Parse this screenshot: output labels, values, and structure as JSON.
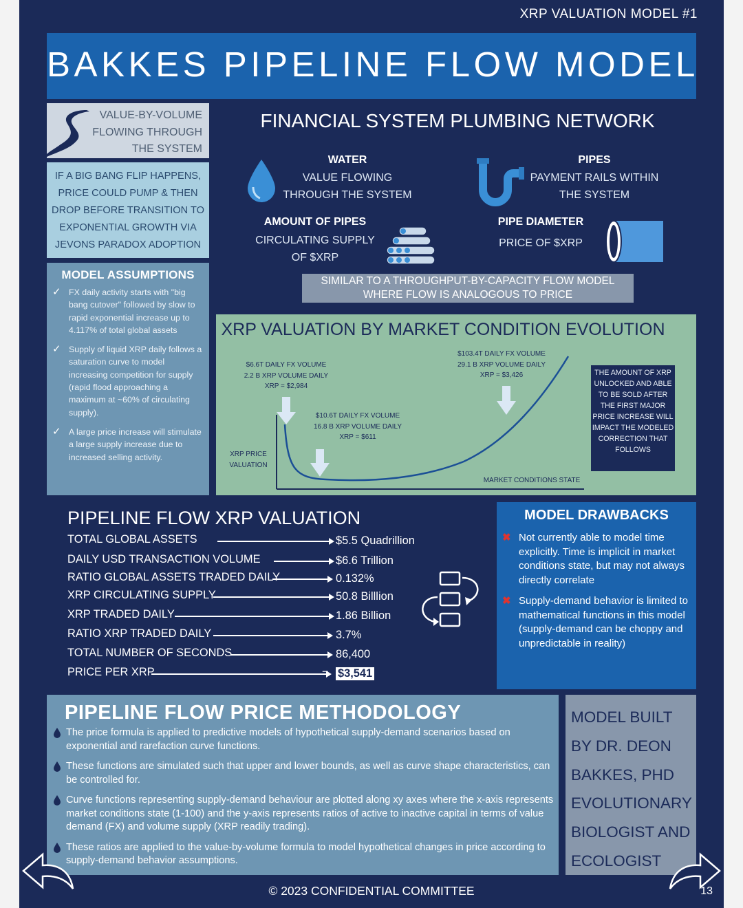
{
  "header": {
    "tag": "XRP VALUATION MODEL #1",
    "title": "BAKKES PIPELINE FLOW MODEL"
  },
  "left": {
    "value_by_volume": "VALUE-BY-VOLUME FLOWING THROUGH THE SYSTEM",
    "big_bang": "IF A BIG BANG FLIP HAPPENS, PRICE COULD PUMP & THEN DROP BEFORE TRANSITION TO EXPONENTIAL GROWTH VIA JEVONS PARADOX ADOPTION",
    "assumptions_title": "MODEL ASSUMPTIONS",
    "assumptions": [
      "FX daily activity starts with \"big bang cutover\" followed by slow to rapid exponential increase up to 4.117% of total global assets",
      "Supply of liquid XRP daily follows a saturation curve to model increasing competition for supply (rapid flood approaching a maximum at ~60% of circulating supply).",
      "A large price increase will stimulate a large supply increase due to increased selling activity."
    ]
  },
  "plumbing": {
    "title": "FINANCIAL SYSTEM PLUMBING NETWORK",
    "water_title": "WATER",
    "water_line1": "VALUE FLOWING",
    "water_line2": "THROUGH THE SYSTEM",
    "pipes_title": "PIPES",
    "pipes_line1": "PAYMENT RAILS WITHIN",
    "pipes_line2": "THE SYSTEM",
    "amount_title": "AMOUNT OF PIPES",
    "amount_line1": "CIRCULATING SUPPLY",
    "amount_line2": "OF $XRP",
    "diameter_title": "PIPE DIAMETER",
    "diameter_line1": "PRICE OF $XRP",
    "similar_line1": "SIMILAR TO A THROUGHPUT-BY-CAPACITY FLOW MODEL",
    "similar_line2": "WHERE FLOW IS ANALOGOUS TO PRICE"
  },
  "valuation_chart": {
    "title": "XRP VALUATION BY MARKET CONDITION EVOLUTION",
    "ylabel_line1": "XRP PRICE",
    "ylabel_line2": "VALUATION",
    "xlabel": "MARKET CONDITIONS STATE",
    "annotations": [
      {
        "line1": "$6.6T DAILY FX VOLUME",
        "line2": "2.2 B XRP VOLUME DAILY",
        "line3": "XRP = $2,984"
      },
      {
        "line1": "$10.6T DAILY FX VOLUME",
        "line2": "16.8 B XRP VOLUME DAILY",
        "line3": "XRP = $611"
      },
      {
        "line1": "$103.4T DAILY FX VOLUME",
        "line2": "29.1 B XRP VOLUME DAILY",
        "line3": "XRP = $3,426"
      }
    ],
    "note": "THE AMOUNT OF XRP UNLOCKED AND ABLE TO BE SOLD AFTER THE FIRST MAJOR PRICE INCREASE WILL IMPACT THE MODELED CORRECTION THAT FOLLOWS"
  },
  "pipeline": {
    "title": "PIPELINE FLOW XRP VALUATION",
    "rows": [
      {
        "label": "TOTAL GLOBAL ASSETS",
        "value": "$5.5 Quadrillion"
      },
      {
        "label": "DAILY USD TRANSACTION VOLUME",
        "value": "$6.6 Trillion"
      },
      {
        "label": "RATIO GLOBAL ASSETS TRADED DAILY",
        "value": "0.132%"
      },
      {
        "label": "XRP CIRCULATING SUPPLY",
        "value": "50.8 Billlion"
      },
      {
        "label": "XRP TRADED DAILY",
        "value": "1.86 Billion"
      },
      {
        "label": "RATIO XRP TRADED DAILY",
        "value": "3.7%"
      },
      {
        "label": "TOTAL NUMBER OF SECONDS",
        "value": "86,400"
      },
      {
        "label": "PRICE PER XRP",
        "value": "$3,541"
      }
    ],
    "equals": "="
  },
  "drawbacks": {
    "title": "MODEL DRAWBACKS",
    "items": [
      "Not currently able to model time explicitly. Time is implicit in market conditions state, but may not always directly correlate",
      "Supply-demand behavior is limited to mathematical functions in this model (supply-demand can be choppy and unpredictable in reality)"
    ]
  },
  "methodology": {
    "title": "PIPELINE FLOW PRICE METHODOLOGY",
    "items": [
      "The price formula is applied to predictive models of hypothetical supply-demand scenarios based on exponential and rarefaction curve functions.",
      "These functions are simulated such that upper and lower bounds, as well as curve shape characteristics, can be controlled for.",
      "Curve functions representing supply-demand behaviour are plotted along xy axes where the x-axis represents market conditions state (1-100) and the y-axis represents ratios of active to inactive capital in terms of value demand (FX) and volume supply (XRP readily trading).",
      "These ratios are applied to the value-by-volume formula to model hypothetical changes in price according to supply-demand behavior assumptions."
    ]
  },
  "built_by": "MODEL BUILT BY DR. DEON BAKKES, PHD EVOLUTIONARY BIOLOGIST AND ECOLOGIST",
  "footer": {
    "copyright": "© 2023 CONFIDENTIAL COMMITTEE",
    "page": "13"
  },
  "icons": [
    "swoosh-icon",
    "water-drop-icon",
    "pipe-icon",
    "pipe-stack-icon",
    "pipe-cylinder-icon",
    "check-icon",
    "x-mark-icon",
    "cycle-flow-icon",
    "drop-bullet-icon",
    "back-arrow-icon",
    "forward-arrow-icon"
  ],
  "colors": {
    "navy": "#1b2a58",
    "blue": "#1b63ad",
    "steel": "#6e96b3",
    "sage": "#93bfa4",
    "light_blue": "#a9cfe0",
    "grey": "#8897ab",
    "red": "#e0342f"
  }
}
